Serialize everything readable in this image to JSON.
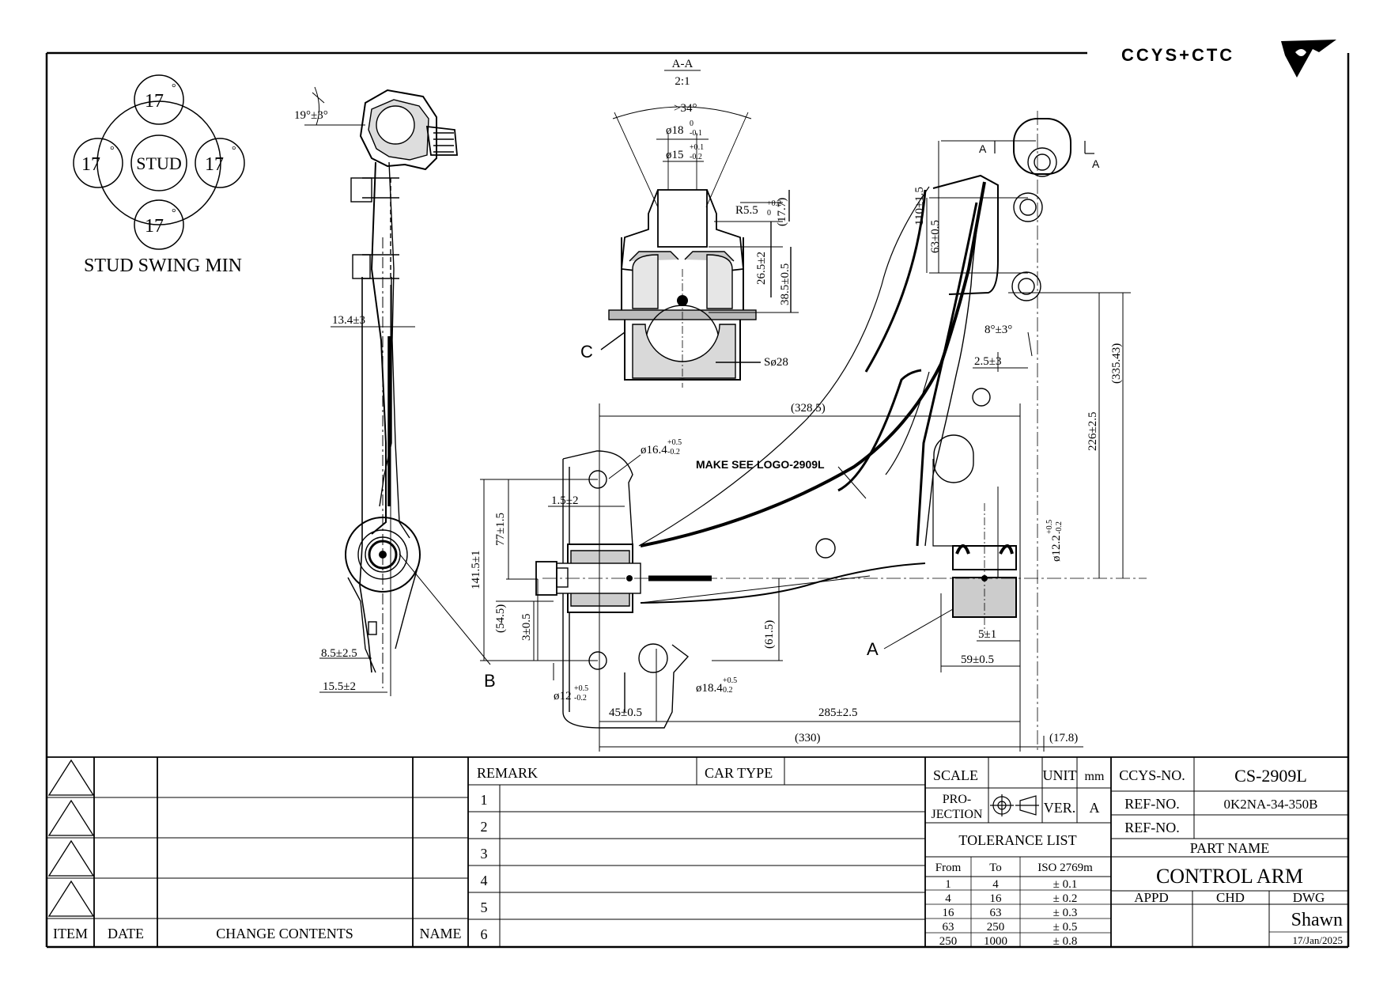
{
  "brand": {
    "logo_text": "CCYS+CTC"
  },
  "stud_swing": {
    "title": "STUD SWING MIN",
    "center": "STUD",
    "angles": [
      "17",
      "17",
      "17",
      "17"
    ],
    "degree": "°"
  },
  "section": {
    "label": "A-A",
    "scale": "2:1"
  },
  "dims": {
    "d1": "19°±3°",
    "d2": "13.4±3",
    "d3": "8.5±2.5",
    "d4": "15.5±2",
    "d5": ">34°",
    "d6": "ø18",
    "d7": "ø15",
    "d8": "R5.5",
    "d9": "(17.7)",
    "d10": "26.5±2",
    "d11": "38.5±0.5",
    "d12": "Sø28",
    "d13": "(328.5)",
    "d14": "ø16.4",
    "d15": "1.5±2",
    "d16": "77±1.5",
    "d17": "141.5±1",
    "d18": "(54.5)",
    "d19": "3±0.5",
    "d20": "(61.5)",
    "d21": "ø12",
    "d22": "ø18.4",
    "d23": "45±0.5",
    "d24": "285±2.5",
    "d25": "(330)",
    "d26": "(17.8)",
    "d27": "110±1.5",
    "d28": "63±0.5",
    "d29": "8°±3°",
    "d30": "2.5±3",
    "d31": "(335.43)",
    "d32": "226±2.5",
    "d33": "ø12.2",
    "d34": "5±1",
    "d35": "59±0.5",
    "tol_a": "0",
    "tol_b": "-0.1",
    "tol_c": "+0.1",
    "tol_d": "-0.2",
    "tol_e": "+0.2",
    "tol_f": "0",
    "tol_g": "+0.5",
    "tol_h": "-0.2",
    "tol_i": "+0.5",
    "tol_j": "-0.2",
    "tol_k": "+0.5",
    "tol_l": "0.2",
    "tol_m": "+0.5",
    "tol_n": "-0.2"
  },
  "callouts": {
    "a": "A",
    "b": "B",
    "c": "C",
    "sec1": "A",
    "sec2": "A"
  },
  "note": "MAKE SEE LOGO-2909L",
  "revision_block": {
    "headers": [
      "ITEM",
      "DATE",
      "CHANGE CONTENTS",
      "NAME"
    ]
  },
  "remark_block": {
    "remark": "REMARK",
    "car_type": "CAR TYPE",
    "rows": [
      "1",
      "2",
      "3",
      "4",
      "5",
      "6"
    ]
  },
  "spec_block": {
    "scale": "SCALE",
    "unit_label": "UNIT",
    "unit": "mm",
    "projection_1": "PRO-",
    "projection_2": "JECTION",
    "ver_label": "VER.",
    "ver": "A",
    "tolerance_title": "TOLERANCE LIST",
    "tol_headers": [
      "From",
      "To",
      "ISO 2769m"
    ],
    "tol_rows": [
      [
        "1",
        "4",
        "± 0.1"
      ],
      [
        "4",
        "16",
        "± 0.2"
      ],
      [
        "16",
        "63",
        "± 0.3"
      ],
      [
        "63",
        "250",
        "± 0.5"
      ],
      [
        "250",
        "1000",
        "± 0.8"
      ]
    ]
  },
  "title_block": {
    "ccys_label": "CCYS-NO.",
    "ccys_no": "CS-2909L",
    "ref_label": "REF-NO.",
    "ref_no": "0K2NA-34-350B",
    "ref_label_2": "REF-NO.",
    "ref_no_2": "",
    "part_name_label": "PART NAME",
    "part_name": "CONTROL ARM",
    "appd": "APPD",
    "chd": "CHD",
    "dwg": "DWG",
    "drawn_by": "Shawn",
    "date": "17/Jan/2025"
  }
}
